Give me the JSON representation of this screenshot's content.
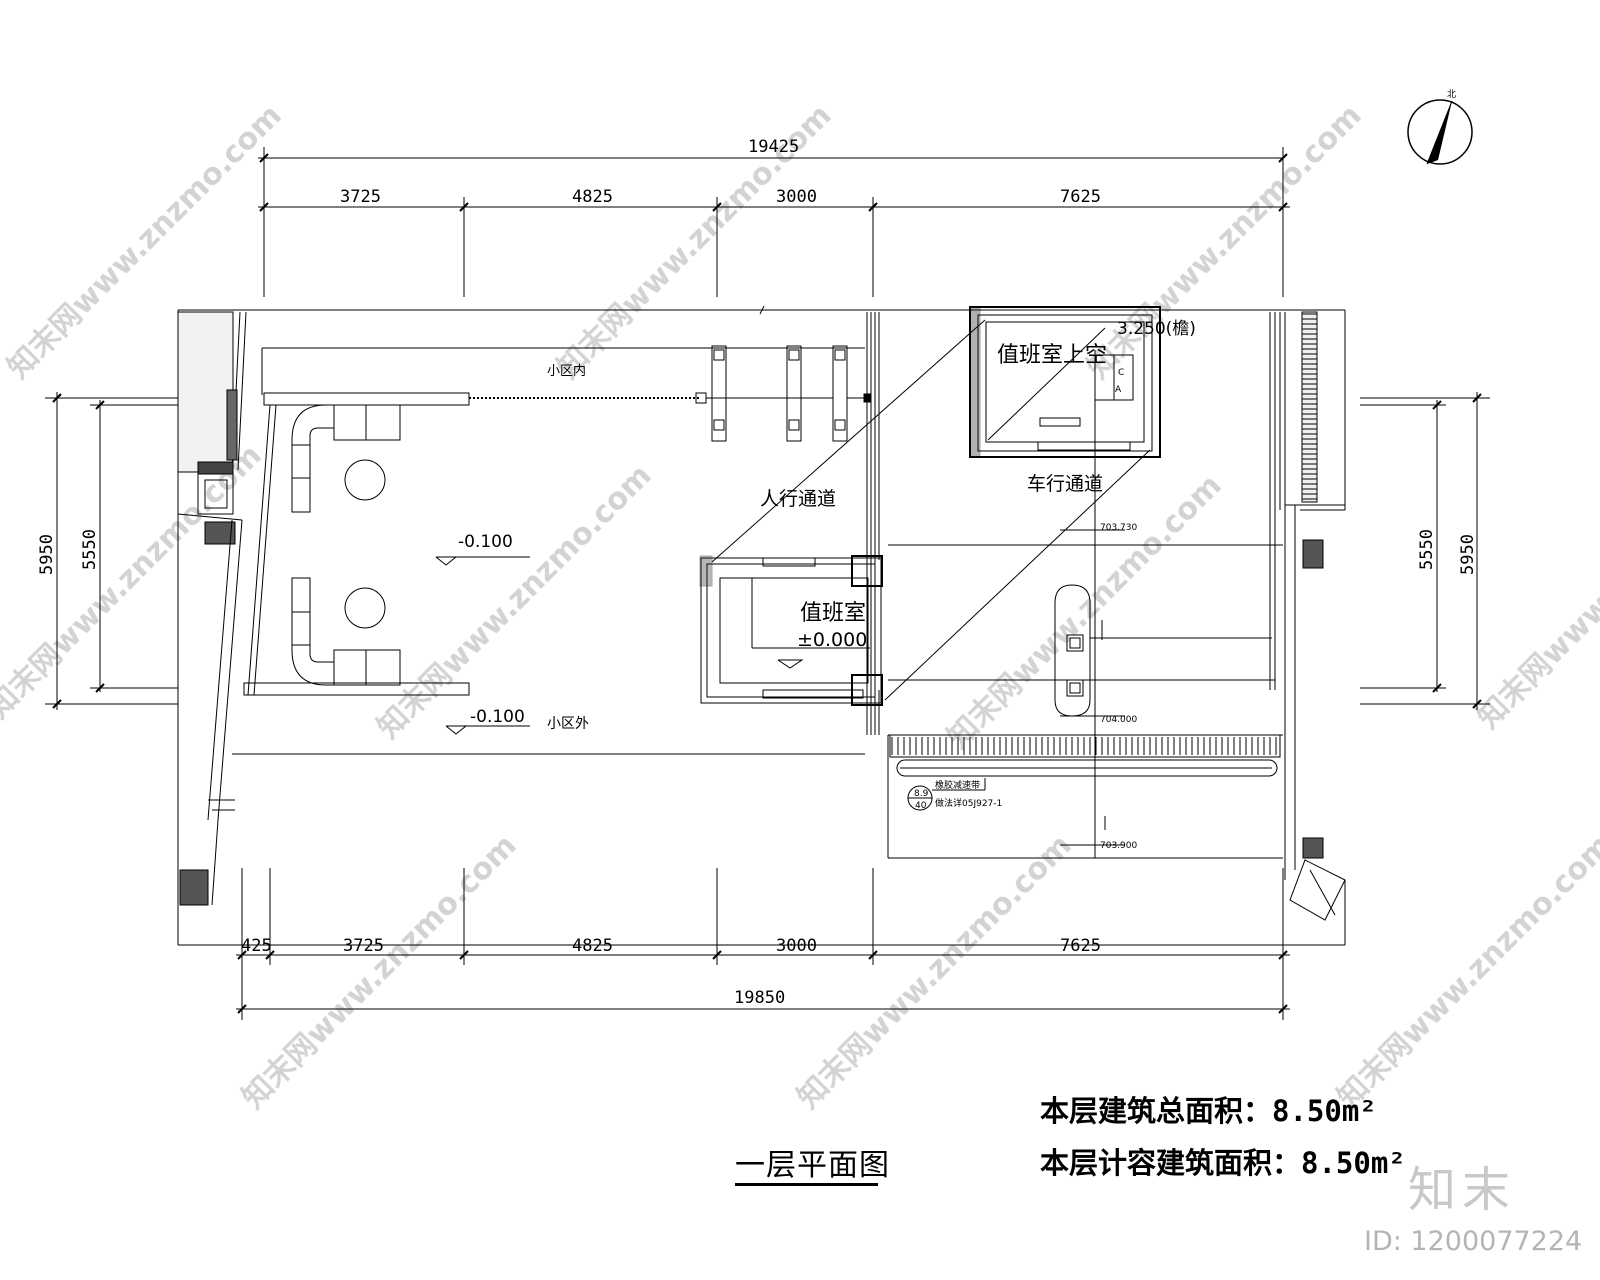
{
  "drawing": {
    "title": "一层平面图",
    "area_total": "本层建筑总面积：8.50m²",
    "area_counted": "本层计容建筑面积：8.50m²",
    "brand": "知末",
    "id_text": "ID: 1200077224",
    "watermark": "知末网www.znzmo.com",
    "north_label": "北"
  },
  "dimensions": {
    "top_total": "19425",
    "top_segments": [
      "3725",
      "4825",
      "3000",
      "7625"
    ],
    "bottom_total": "19850",
    "bottom_segments": [
      "425",
      "3725",
      "4825",
      "3000",
      "7625"
    ],
    "left_outer": "5950",
    "left_inner": "5550",
    "right_inner": "5550",
    "right_outer": "5950"
  },
  "rooms": {
    "inside": "小区内",
    "outside": "小区外",
    "pedestrian": "人行通道",
    "vehicle": "车行通道",
    "guard_room": "值班室",
    "guard_level": "±0.000",
    "guard_above": "值班室上空",
    "roof_level": "3.250(檐)",
    "level_1": "-0.100",
    "level_2": "-0.100"
  },
  "details": {
    "elev_1": "703.730",
    "elev_2": "704.000",
    "elev_3": "703.900",
    "detail_ref_top": "8.9",
    "detail_ref_bottom": "40",
    "detail_note_1": "橡胶减速带",
    "detail_note_2": "做法详05J927-1",
    "ac_1": "A",
    "ac_2": "C"
  }
}
